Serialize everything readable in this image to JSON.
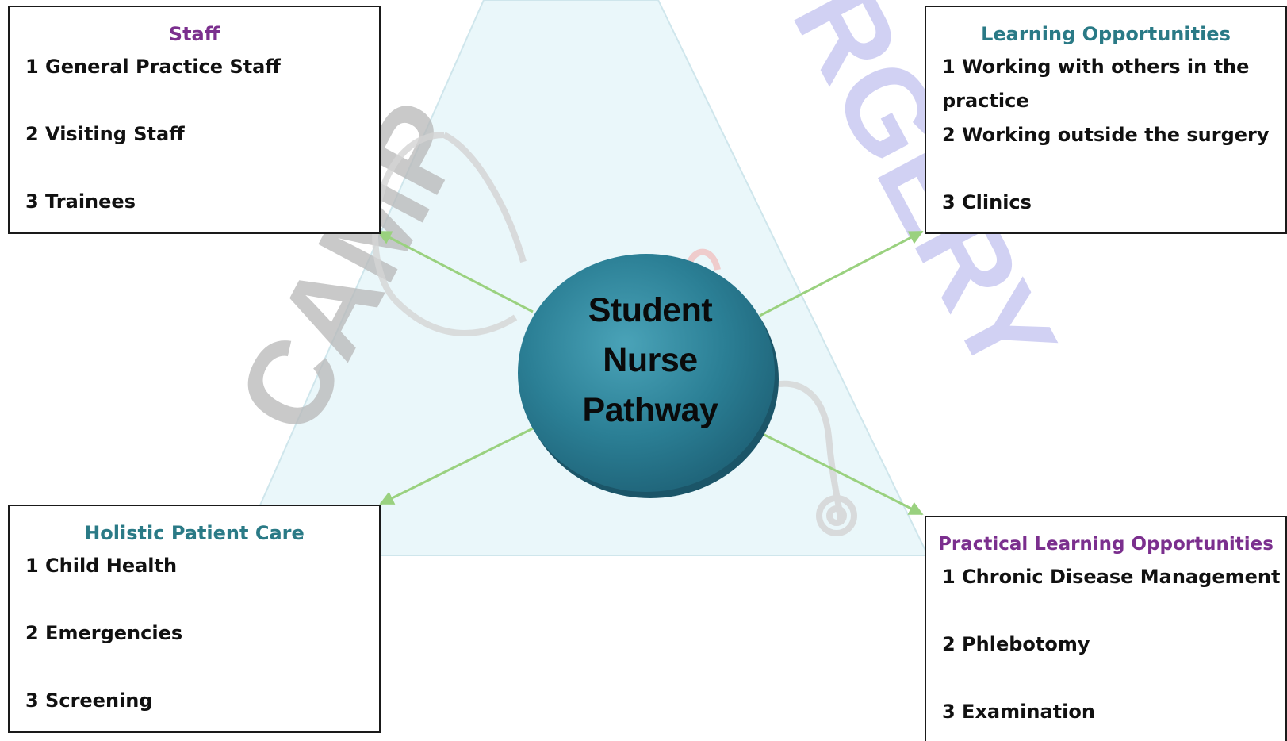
{
  "watermark": {
    "left_text": "CAMP",
    "right_text": "URGERY",
    "left_color": "#b8b8b8",
    "right_color": "#c9c9f2"
  },
  "center": {
    "line1": "Student",
    "line2": "Nurse",
    "line3": "Pathway",
    "fill_color": "#2b7f95"
  },
  "boxes": {
    "staff": {
      "title": "Staff",
      "title_color": "#7b2f8e",
      "items": [
        "1 General Practice Staff",
        "2 Visiting Staff",
        "3 Trainees"
      ]
    },
    "learning": {
      "title": "Learning Opportunities",
      "title_color": "#2a7a86",
      "items": [
        "1 Working with others in the practice",
        "2 Working outside the surgery",
        "3 Clinics"
      ]
    },
    "holistic": {
      "title": "Holistic Patient Care",
      "title_color": "#2a7a86",
      "items": [
        "1 Child Health",
        "2 Emergencies",
        "3 Screening"
      ]
    },
    "practical": {
      "title": "Practical Learning Opportunities",
      "title_color": "#7b2f8e",
      "items": [
        "1 Chronic Disease Management",
        "2 Phlebotomy",
        "3 Examination"
      ]
    }
  },
  "arrow_color": "#9ad17f",
  "triangle_color": "#eaf7fa"
}
